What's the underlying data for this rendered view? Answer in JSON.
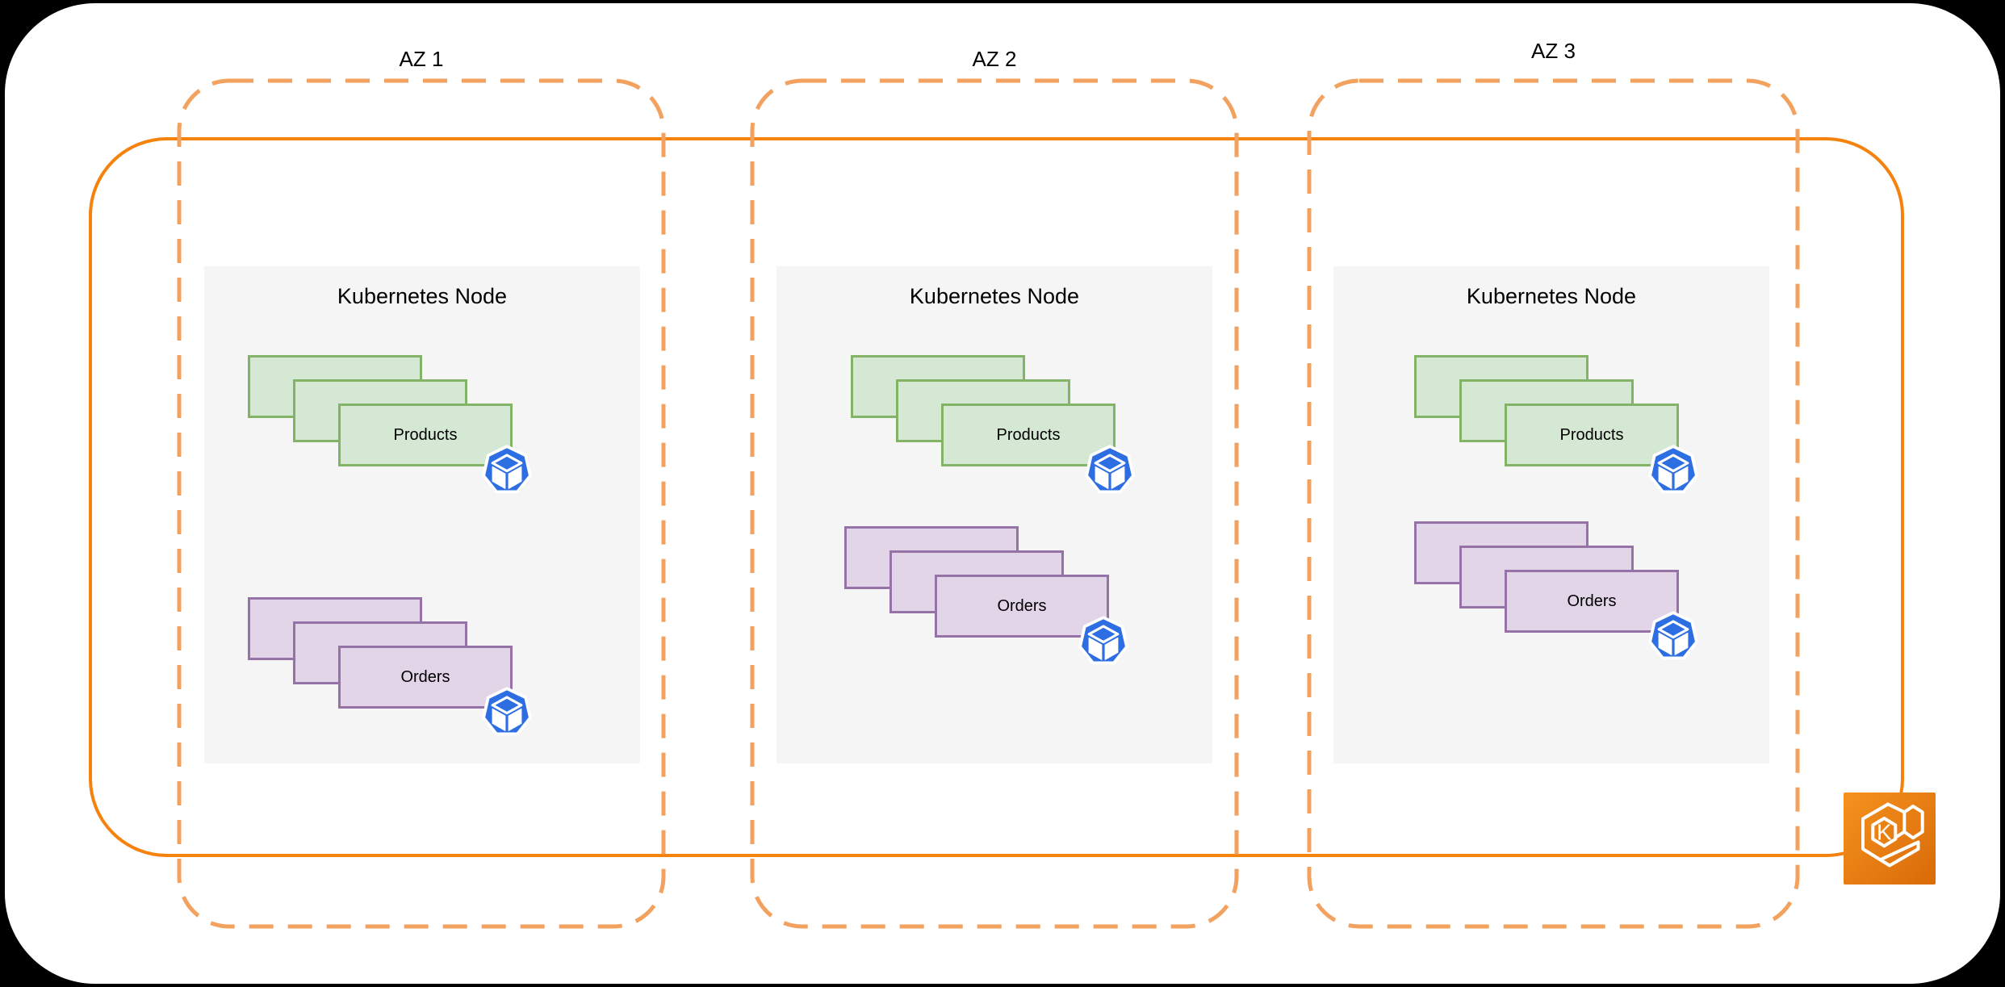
{
  "colors": {
    "cluster_orange": "#F5820D",
    "az_dashed_orange": "#F2A15E",
    "node_bg": "#F5F5F5",
    "products_fill": "#D5E8D4",
    "products_border": "#82B366",
    "orders_fill": "#E1D5E7",
    "orders_border": "#9673A6",
    "pod_blue": "#2D6EE3",
    "eks_gradient_start": "#F5921E",
    "eks_gradient_end": "#D96A08",
    "text": "#000000",
    "sheet_bg": "#FFFFFF"
  },
  "icons": {
    "pod": "kubernetes-pod",
    "eks": "amazon-eks",
    "eks_letter": "K"
  },
  "zones": [
    {
      "label": "AZ 1",
      "node": {
        "title": "Kubernetes Node",
        "workloads": [
          {
            "label": "Products"
          },
          {
            "label": "Orders"
          }
        ]
      }
    },
    {
      "label": "AZ 2",
      "node": {
        "title": "Kubernetes Node",
        "workloads": [
          {
            "label": "Products"
          },
          {
            "label": "Orders"
          }
        ]
      }
    },
    {
      "label": "AZ 3",
      "node": {
        "title": "Kubernetes Node",
        "workloads": [
          {
            "label": "Products"
          },
          {
            "label": "Orders"
          }
        ]
      }
    }
  ]
}
